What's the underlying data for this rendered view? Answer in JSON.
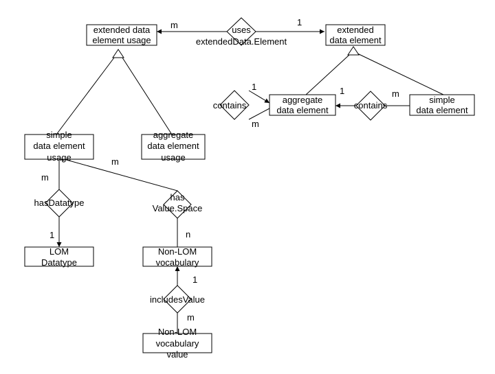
{
  "entities": {
    "extended_data_element_usage": [
      "extended data",
      "element usage"
    ],
    "extended_data_element": [
      "extended",
      "data element"
    ],
    "aggregate_data_element": [
      "aggregate",
      "data element"
    ],
    "simple_data_element": [
      "simple",
      "data element"
    ],
    "simple_data_element_usage": [
      "simple",
      "data element",
      "usage"
    ],
    "aggregate_data_element_usage": [
      "aggregate",
      "data element",
      "usage"
    ],
    "lom_datatype": [
      "LOM",
      "Datatype"
    ],
    "non_lom_vocabulary": [
      "Non-LOM",
      "vocabulary"
    ],
    "non_lom_vocabulary_value": [
      "Non-LOM",
      "vocabulary",
      "value"
    ]
  },
  "relationships": {
    "uses": [
      "uses",
      "extendedData.Element"
    ],
    "contains_left": [
      "contains"
    ],
    "contains_right": [
      "contains"
    ],
    "has_datatype": [
      "hasDatatype"
    ],
    "has_value_space": [
      "has",
      "Value.Space"
    ],
    "includes_value": [
      "includesValue"
    ]
  },
  "cardinalities": {
    "uses_m": "m",
    "uses_1": "1",
    "contains_left_1": "1",
    "contains_left_m": "m",
    "contains_right_1": "1",
    "contains_right_m": "m",
    "usage_m": "m",
    "datatype_m": "m",
    "datatype_1": "1",
    "valuespace_n": "n",
    "includes_1": "1",
    "includes_m": "m"
  }
}
